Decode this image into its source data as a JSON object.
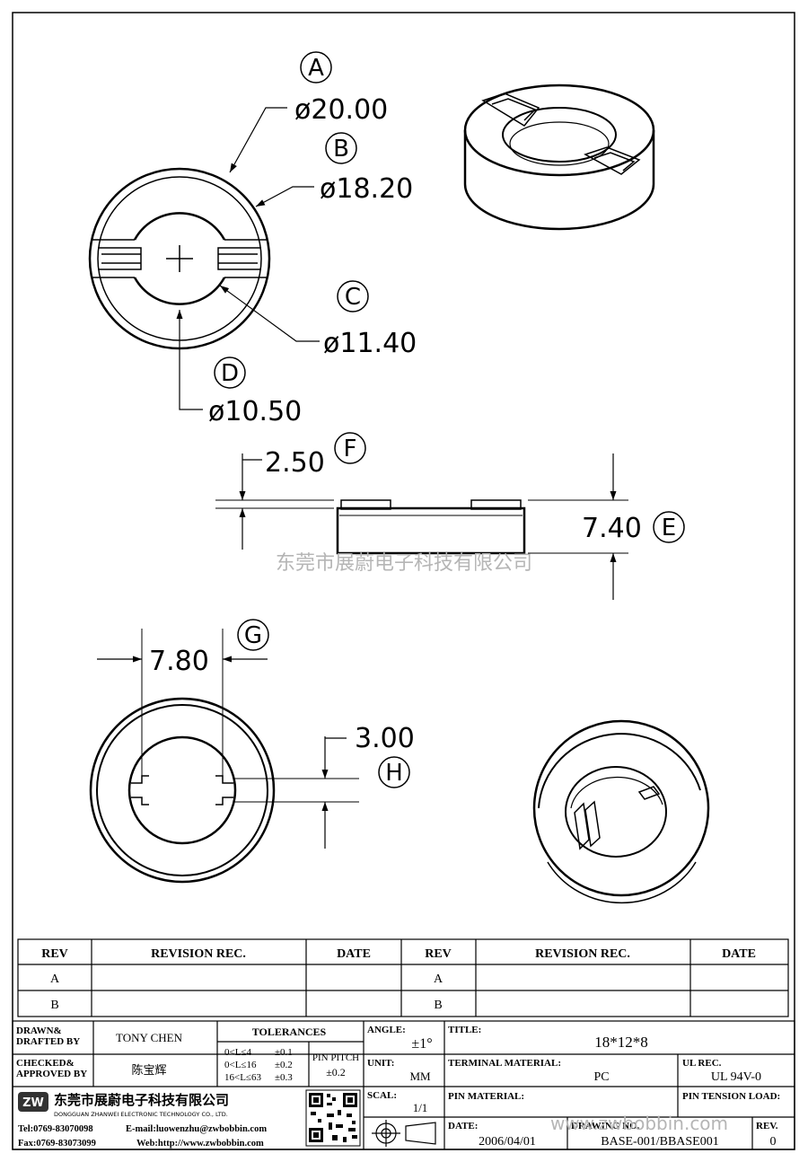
{
  "top_view": {
    "callouts": [
      {
        "letter": "A",
        "value": "ø20.00"
      },
      {
        "letter": "B",
        "value": "ø18.20"
      },
      {
        "letter": "C",
        "value": "ø11.40"
      },
      {
        "letter": "D",
        "value": "ø10.50"
      }
    ]
  },
  "side_view": {
    "callouts": [
      {
        "letter": "F",
        "value": "2.50"
      },
      {
        "letter": "E",
        "value": "7.40"
      }
    ]
  },
  "bottom_view": {
    "callouts": [
      {
        "letter": "G",
        "value": "7.80"
      },
      {
        "letter": "H",
        "value": "3.00"
      }
    ]
  },
  "watermark": {
    "company_cn": "东莞市展蔚电子科技有限公司",
    "website": "www.zwbobbin.com"
  },
  "revision_table": {
    "headers": [
      "REV",
      "REVISION REC.",
      "DATE",
      "REV",
      "REVISION REC.",
      "DATE"
    ],
    "rows": [
      "A",
      "B"
    ]
  },
  "title_block": {
    "drawn_label": "DRAWN&\nDRAFTED BY",
    "drawn_value": "TONY CHEN",
    "checked_label": "CHECKED&\nAPPROVED BY",
    "checked_value": "陈宝辉",
    "tolerances_label": "TOLERANCES",
    "tolerances": [
      {
        "range": "0<L≤4",
        "tol": "±0.1"
      },
      {
        "range": "0<L≤16",
        "tol": "±0.2"
      },
      {
        "range": "16<L≤63",
        "tol": "±0.3"
      }
    ],
    "pin_pitch_label": "PIN PITCH",
    "pin_pitch_value": "±0.2",
    "angle_label": "ANGLE:",
    "angle_value": "±1°",
    "unit_label": "UNIT:",
    "unit_value": "MM",
    "scale_label": "SCAL:",
    "scale_value": "1/1",
    "title_label": "TITLE:",
    "title_value": "18*12*8",
    "terminal_material_label": "TERMINAL MATERIAL:",
    "terminal_material_value": "PC",
    "ul_rec_label": "UL REC.",
    "ul_rec_value": "UL 94V-0",
    "pin_material_label": "PIN MATERIAL:",
    "pin_tension_label": "PIN TENSION LOAD:",
    "date_label": "DATE:",
    "date_value": "2006/04/01",
    "drawing_no_label": "DRAWING NO.",
    "drawing_no_value": "BASE-001/BBASE001",
    "rev_label": "REV.",
    "rev_value": "0"
  },
  "company": {
    "name_cn": "东莞市展蔚电子科技有限公司",
    "name_en": "DONGGUAN ZHANWEI ELECTRONIC TECHNOLOGY CO., LTD.",
    "tel": "Tel:0769-83070098",
    "email": "E-mail:luowenzhu@zwbobbin.com",
    "fax": "Fax:0769-83073099",
    "web": "Web:http://www.zwbobbin.com"
  }
}
